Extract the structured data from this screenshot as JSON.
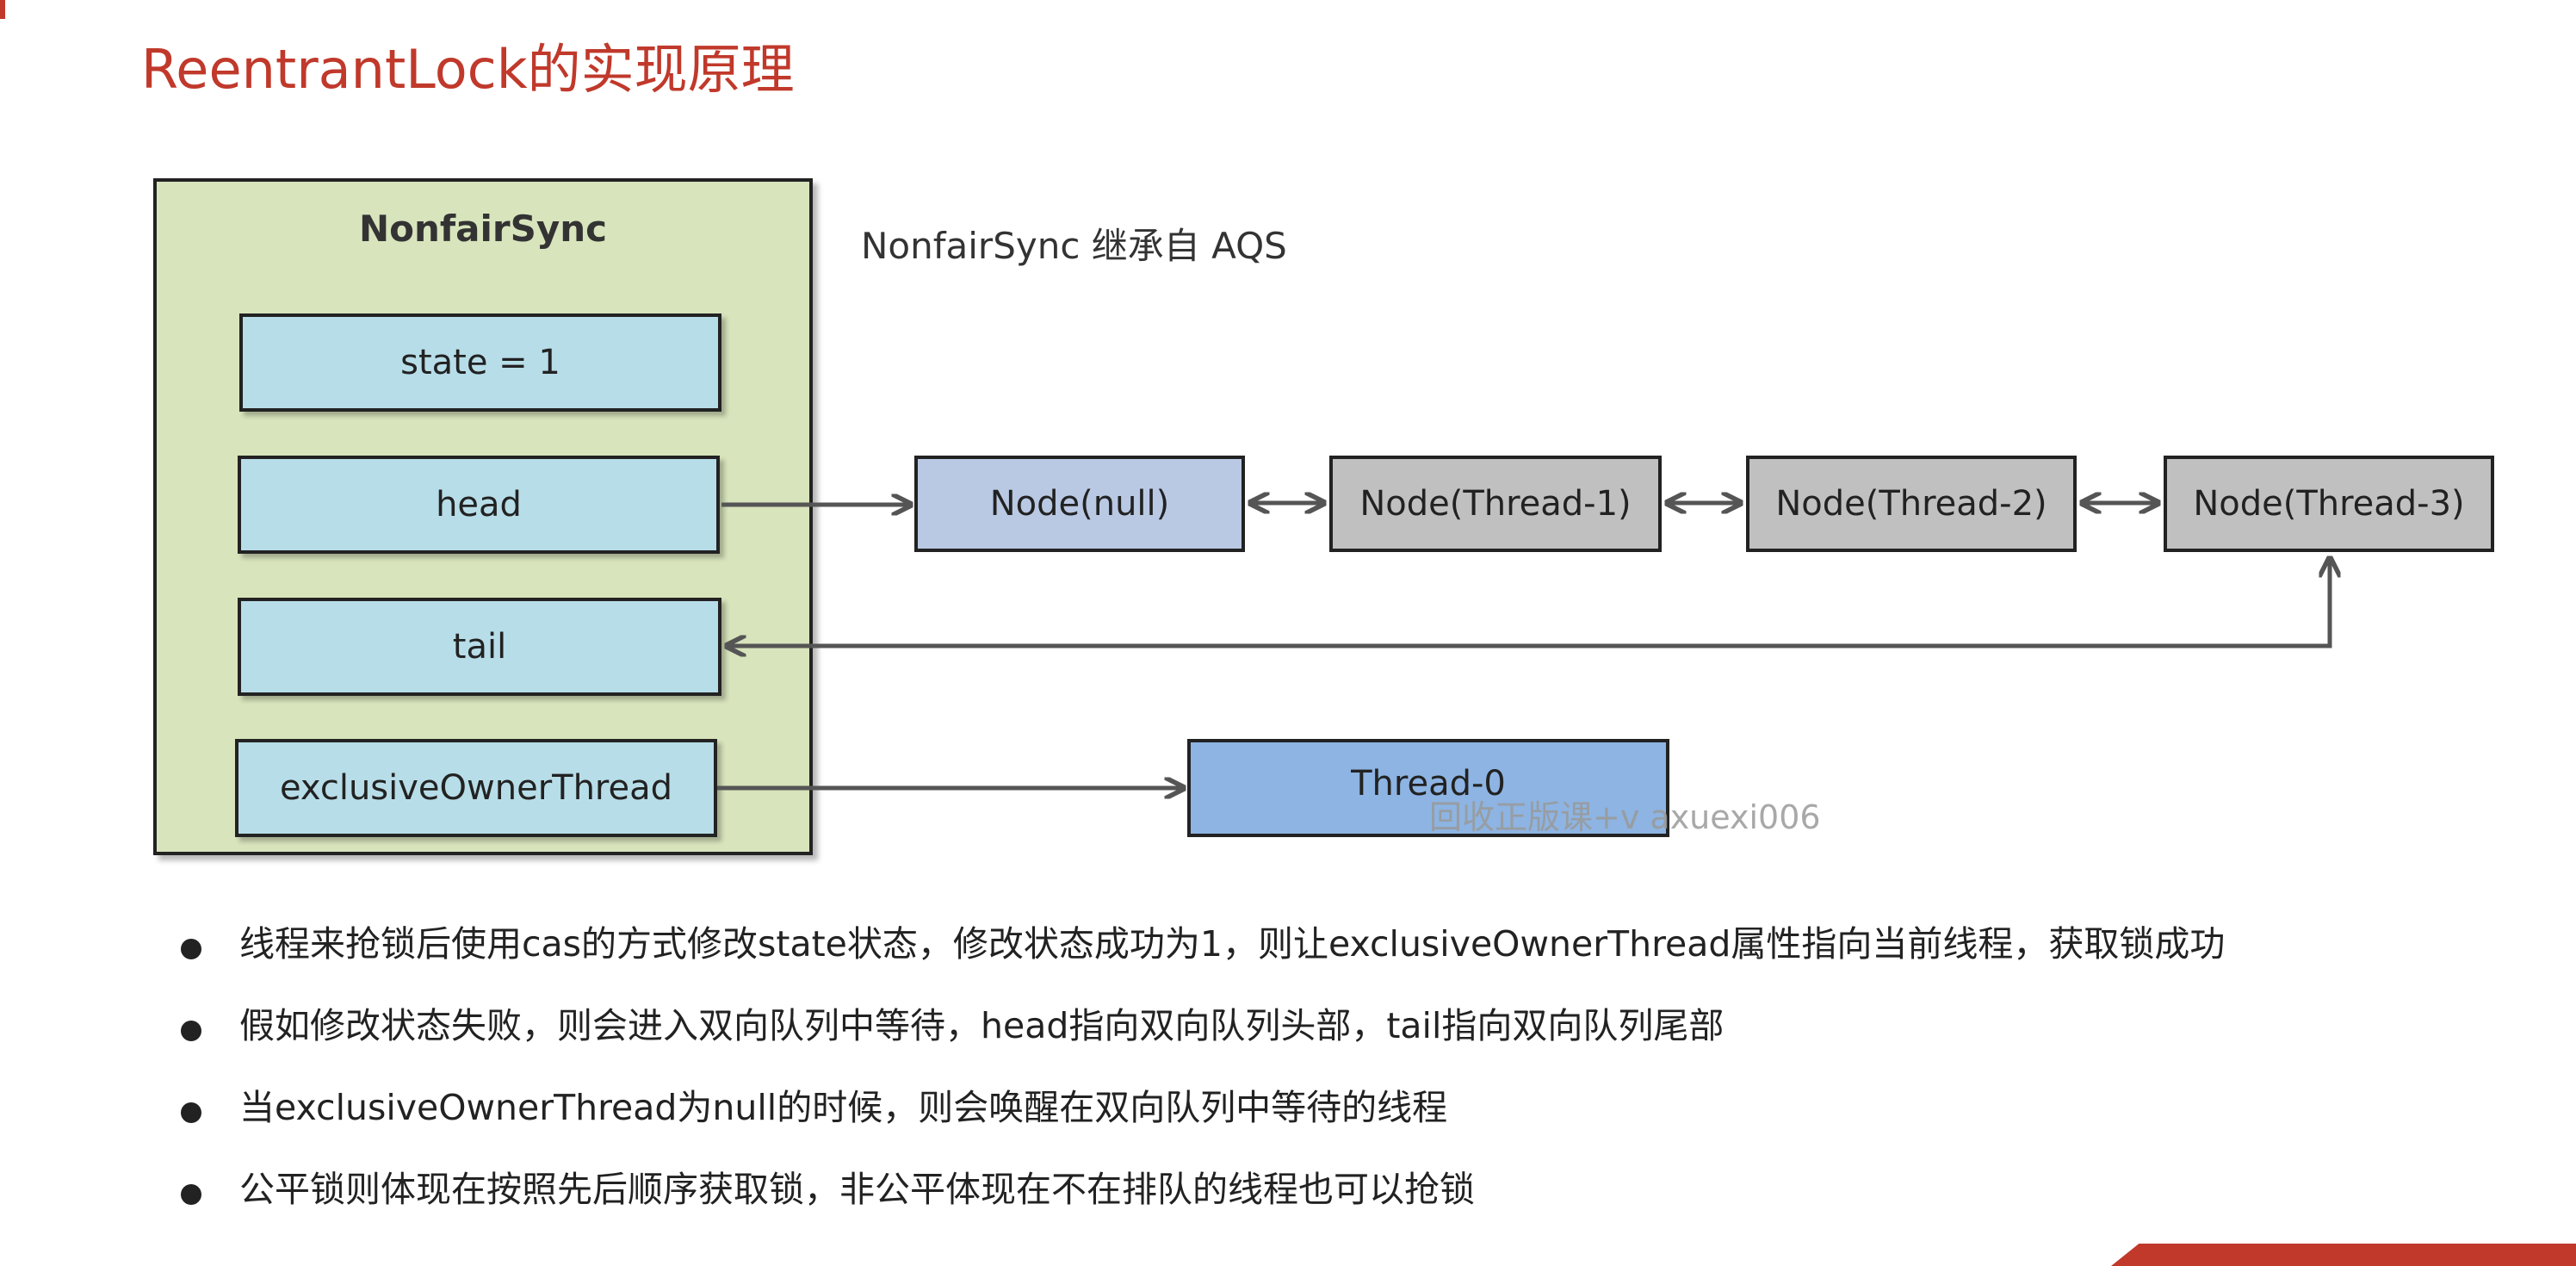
{
  "title": "ReentrantLock的实现原理",
  "subtitle": "NonfairSync 继承自 AQS",
  "sync": {
    "label": "NonfairSync",
    "fields": {
      "state": "state = 1",
      "head": "head",
      "tail": "tail",
      "owner": "exclusiveOwnerThread"
    }
  },
  "queue": {
    "nodes": [
      "Node(null)",
      "Node(Thread-1)",
      "Node(Thread-2)",
      "Node(Thread-3)"
    ]
  },
  "owner_thread": "Thread-0",
  "watermark": "回收正版课+v  axuexi006",
  "bullets": [
    "线程来抢锁后使用cas的方式修改state状态，修改状态成功为1，则让exclusiveOwnerThread属性指向当前线程，获取锁成功",
    "假如修改状态失败，则会进入双向队列中等待，head指向双向队列头部，tail指向双向队列尾部",
    "当exclusiveOwnerThread为null的时候，则会唤醒在双向队列中等待的线程",
    "公平锁则体现在按照先后顺序获取锁，非公平体现在不在排队的线程也可以抢锁"
  ],
  "colors": {
    "title": "#c0392b",
    "sync_bg": "#d8e4bc",
    "field_bg": "#b7dde8",
    "node_null_bg": "#b9c9e4",
    "node_bg": "#c0c0c0",
    "thread_bg": "#8db4e2",
    "arrow": "#555555"
  }
}
